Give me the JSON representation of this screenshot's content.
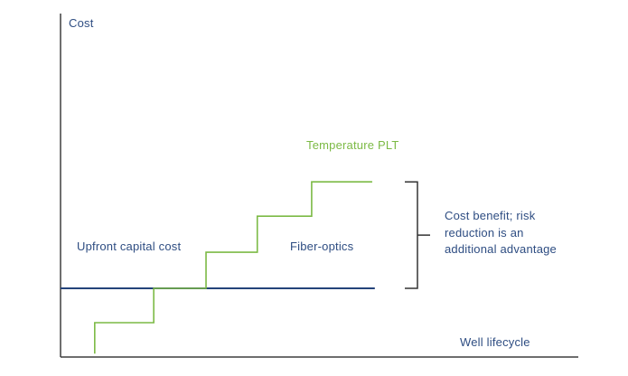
{
  "chart_data": {
    "type": "line",
    "title": "",
    "xlabel": "Well lifecycle",
    "ylabel": "Cost",
    "xlim": [
      0,
      10
    ],
    "ylim": [
      0,
      10
    ],
    "grid": false,
    "axes_numeric": false,
    "legend_position": "none",
    "series": [
      {
        "name": "Fiber-optics",
        "style": "flat-line",
        "color": "#24437a",
        "stroke_width": 2,
        "points": [
          [
            0,
            2.0
          ],
          [
            6.07,
            2.0
          ]
        ]
      },
      {
        "name": "Temperature PLT",
        "style": "step-line",
        "color": "#7cba45",
        "stroke_width": 1.6,
        "points": [
          [
            0.66,
            0.1
          ],
          [
            0.66,
            1.0
          ],
          [
            1.8,
            1.0
          ],
          [
            1.8,
            2.0
          ],
          [
            2.81,
            2.0
          ],
          [
            2.81,
            3.05
          ],
          [
            3.8,
            3.05
          ],
          [
            3.8,
            4.1
          ],
          [
            4.85,
            4.1
          ],
          [
            4.85,
            5.1
          ],
          [
            6.02,
            5.1
          ]
        ]
      }
    ],
    "annotations": {
      "temperature_plt_label": "Temperature PLT",
      "upfront_label": "Upfront capital cost",
      "fiber_label": "Fiber-optics",
      "benefit": {
        "text": "Cost benefit; risk reduction is an additional advantage",
        "lines": [
          "Cost benefit; risk",
          "reduction is an",
          "additional advantage"
        ],
        "bracket_from_cost": 2.0,
        "bracket_to_cost": 5.1
      }
    },
    "colors": {
      "axis": "#3f3f3f",
      "bracket": "#333333",
      "navy_text": "#2e4d82",
      "green": "#7cba45",
      "fiber_line": "#24437a"
    }
  }
}
